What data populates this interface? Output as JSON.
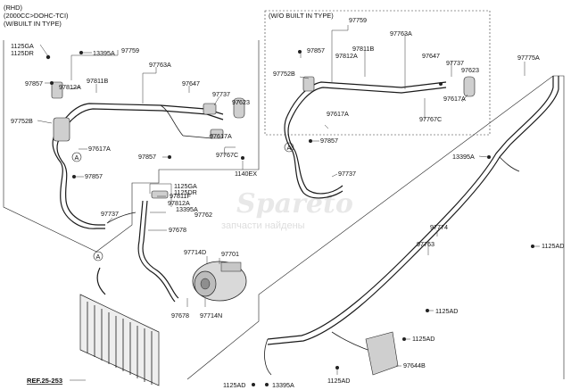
{
  "header": {
    "line1": "(RHD)",
    "line2": "(2000CC>DOHC-TCI)",
    "line3": "(W/BUILT IN TYPE)",
    "inset_title": "(W/O BUILT IN TYPE)"
  },
  "labels": {
    "p1125GA": "1125GA",
    "p1125DR": "1125DR",
    "p13395A_a": "13395A",
    "p97759_a": "97759",
    "p97763A_a": "97763A",
    "p97857_a": "97857",
    "p97812A_a": "97812A",
    "p97811B_a": "97811B",
    "p97647_a": "97647",
    "p97737_a": "97737",
    "p97623_a": "97623",
    "p97752B_a": "97752B",
    "p97617A_a": "97617A",
    "p97617A_b": "97617A",
    "p97767C_a": "97767C",
    "p97857_b": "97857",
    "p97857_c": "97857",
    "p1140EX": "1140EX",
    "p97759_b": "97759",
    "p97763A_b": "97763A",
    "p97857_d": "97857",
    "p97811B_b": "97811B",
    "p97812A_b": "97812A",
    "p97752B_b": "97752B",
    "p97647_b": "97647",
    "p97737_b": "97737",
    "p97623_b": "97623",
    "p97617A_c": "97617A",
    "p97617A_d": "97617A",
    "p97767C_b": "97767C",
    "p97857_e": "97857",
    "p97737_c": "97737",
    "p97775A": "97775A",
    "p13395A_b": "13395A",
    "p97811F": "97811F",
    "p1125GA_b": "1125GA",
    "p1125DR_b": "1125DR",
    "p97812A_c": "97812A",
    "p13395A_c": "13395A",
    "p97737_d": "97737",
    "p97762": "97762",
    "p97678_a": "97678",
    "p97774": "97774",
    "p1125AD_a": "1125AD",
    "p97714D": "97714D",
    "p97701": "97701",
    "p97763": "97763",
    "p97678_b": "97678",
    "p97714N": "97714N",
    "p1125AD_b": "1125AD",
    "p1125AD_c": "1125AD",
    "p97644B": "97644B",
    "p1125AD_d": "1125AD",
    "p1125AD_e": "1125AD",
    "p13395A_d": "13395A",
    "ref": "REF.25-253",
    "circleA_1": "A",
    "circleA_2": "A",
    "circleA_3": "A"
  },
  "watermark": {
    "text": "Spareto",
    "subtext": "запчасти найдены"
  }
}
